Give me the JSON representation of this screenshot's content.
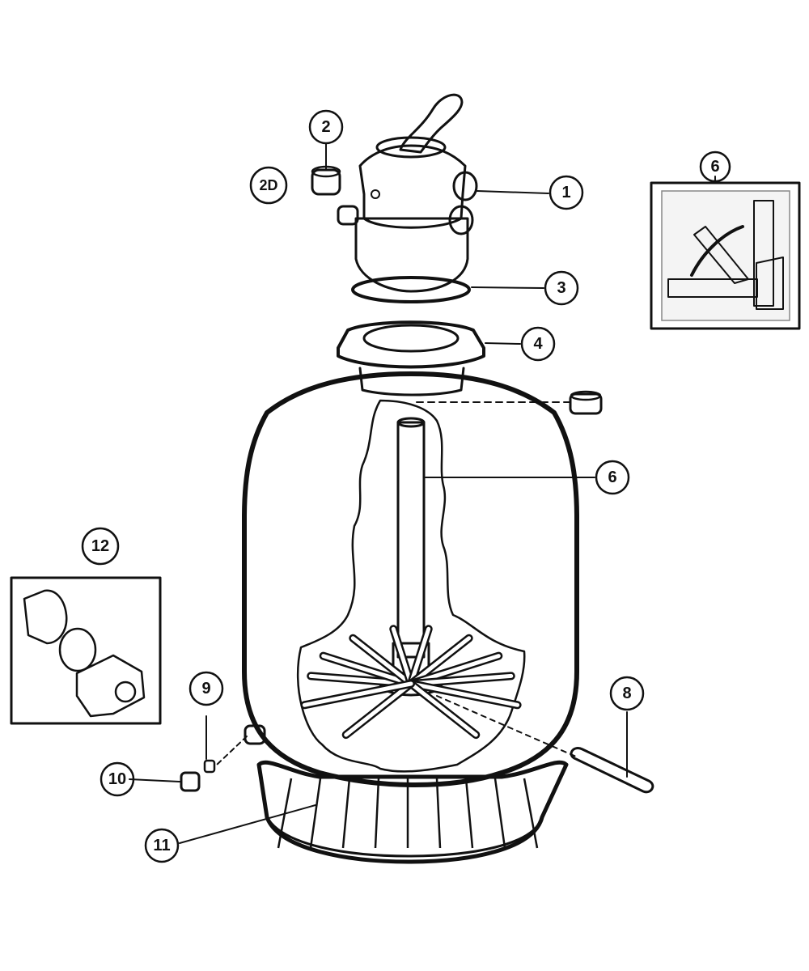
{
  "diagram": {
    "callouts": {
      "c1": "1",
      "c2": "2",
      "c2d": "2D",
      "c3": "3",
      "c4": "4",
      "c6_inset": "6",
      "c6_main": "6",
      "c8": "8",
      "c9": "9",
      "c10": "10",
      "c11": "11",
      "c12": "12"
    },
    "colors": {
      "line": "#111111",
      "background": "#ffffff",
      "inset_fill": "#f4f4f4"
    }
  }
}
